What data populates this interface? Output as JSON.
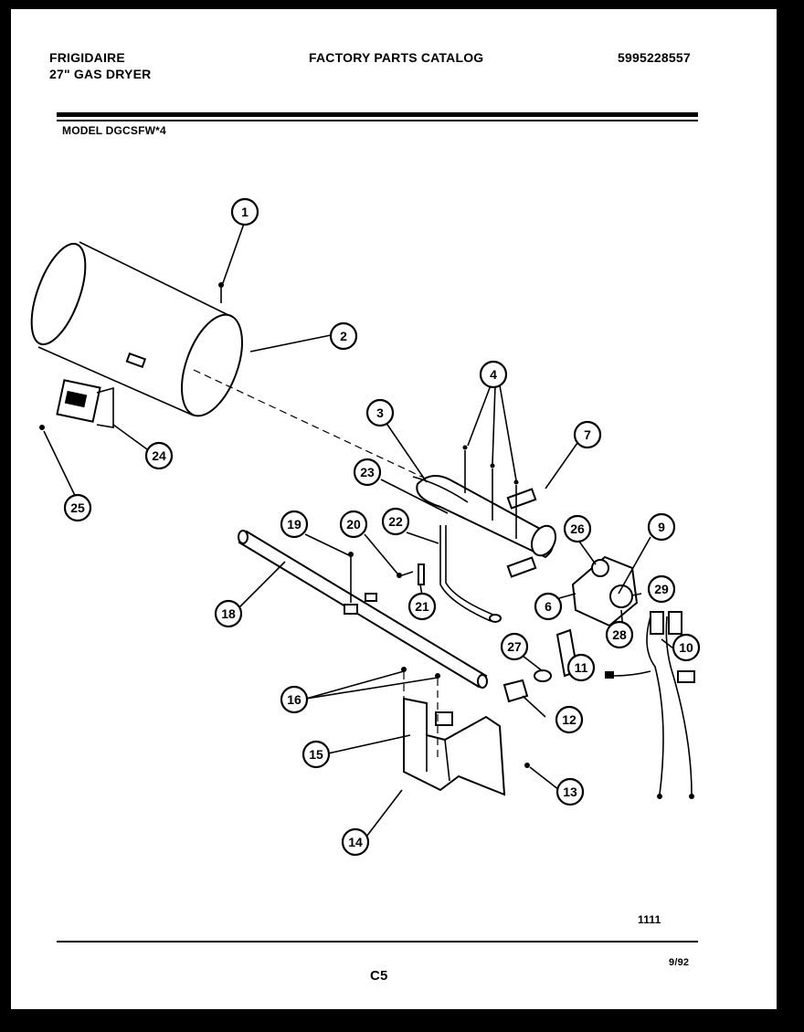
{
  "header": {
    "brand": "FRIGIDAIRE",
    "product": "27\" GAS DRYER",
    "catalog_title": "FACTORY PARTS CATALOG",
    "catalog_number": "5995228557",
    "model": "MODEL DGCSFW*4"
  },
  "diagram": {
    "callouts": [
      "1",
      "2",
      "3",
      "4",
      "6",
      "7",
      "9",
      "10",
      "11",
      "12",
      "13",
      "14",
      "15",
      "16",
      "18",
      "19",
      "20",
      "21",
      "22",
      "23",
      "24",
      "25",
      "26",
      "27",
      "28",
      "29"
    ]
  },
  "footer": {
    "figure_code": "1111",
    "page_label": "C5",
    "date": "9/92"
  }
}
